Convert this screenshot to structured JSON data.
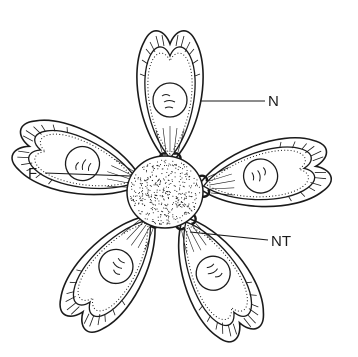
{
  "labels": {
    "N": "N",
    "F": "F",
    "NT": "NT"
  },
  "petals": [
    {
      "name": "petal-top",
      "angle": 0
    },
    {
      "name": "petal-right",
      "angle": 80
    },
    {
      "name": "petal-bottom-right",
      "angle": 152
    },
    {
      "name": "petal-bottom-left",
      "angle": 216
    },
    {
      "name": "petal-left",
      "angle": 288
    }
  ],
  "colors": {
    "ink": "#1a1a1a",
    "background": "#ffffff"
  }
}
